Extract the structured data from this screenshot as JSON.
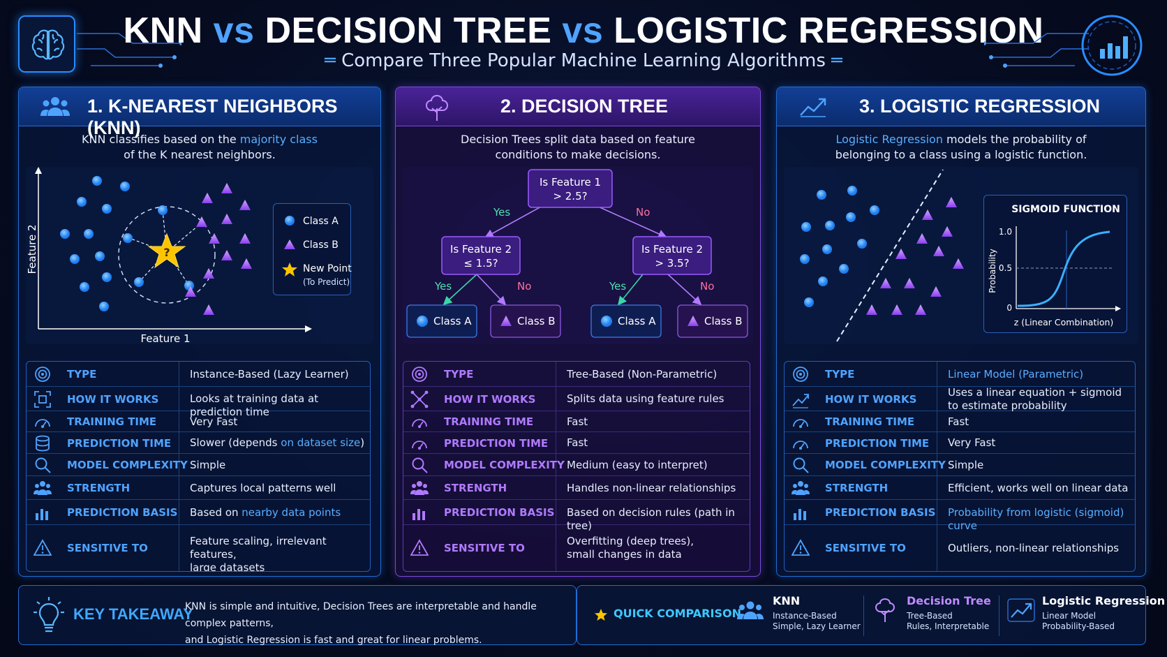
{
  "header": {
    "title_part1": "KNN",
    "title_vs1": "vs",
    "title_part2": "DECISION TREE",
    "title_vs2": "vs",
    "title_part3": "LOGISTIC REGRESSION",
    "subtitle": "Compare Three Popular Machine Learning Algorithms",
    "left_icon": "brain-icon",
    "right_icon": "bar-chart-icon"
  },
  "colors": {
    "accent_blue": "#4fa3ff",
    "accent_purple": "#9b5cff",
    "star": "#ffc400"
  },
  "panels": [
    {
      "title": "1. K-NEAREST NEIGHBORS (KNN)",
      "icon": "users-icon",
      "desc_line1_pre": "KNN classifies based on the ",
      "desc_line1_hl": "majority class",
      "desc_line2": "of the K nearest neighbors.",
      "chart": {
        "xlabel": "Feature 1",
        "ylabel": "Feature 2",
        "question_mark": "?",
        "legend": [
          {
            "label": "Class A"
          },
          {
            "label": "Class B"
          },
          {
            "label": "New Point",
            "sub": "(To Predict)"
          }
        ]
      },
      "rows": [
        {
          "icon": "target-icon",
          "label": "TYPE",
          "value": "Instance-Based (Lazy Learner)"
        },
        {
          "icon": "grid-scan-icon",
          "label": "HOW IT WORKS",
          "value": "Looks at training data at prediction time"
        },
        {
          "icon": "speedometer-icon",
          "label": "TRAINING TIME",
          "value": "Very Fast"
        },
        {
          "icon": "database-icon",
          "label": "PREDICTION TIME",
          "value_pre": "Slower (depends ",
          "value_hl": "on dataset size",
          "value_post": ")"
        },
        {
          "icon": "magnifier-icon",
          "label": "MODEL COMPLEXITY",
          "value": "Simple"
        },
        {
          "icon": "people-icon",
          "label": "STRENGTH",
          "value": "Captures local patterns well"
        },
        {
          "icon": "bar-chart-icon",
          "label": "PREDICTION BASIS",
          "value_pre": "Based on ",
          "value_hl": "nearby data points",
          "value_post": ""
        },
        {
          "icon": "warning-icon",
          "label": "SENSITIVE TO",
          "value_line1": "Feature scaling, irrelevant features,",
          "value_line2": "large datasets"
        }
      ]
    },
    {
      "title": "2. DECISION TREE",
      "icon": "tree-icon",
      "desc_line1": "Decision Trees split data based on feature",
      "desc_line2": "conditions to make decisions.",
      "tree": {
        "root_l1": "Is Feature 1",
        "root_l2": "> 2.5?",
        "left_l1": "Is Feature 2",
        "left_l2": "≤ 1.5?",
        "right_l1": "Is Feature 2",
        "right_l2": "> 3.5?",
        "yes": "Yes",
        "no": "No",
        "leaf_a": "Class A",
        "leaf_b": "Class B"
      },
      "rows": [
        {
          "icon": "target-icon",
          "label": "TYPE",
          "value": "Tree-Based (Non-Parametric)"
        },
        {
          "icon": "split-arrows-icon",
          "label": "HOW IT WORKS",
          "value": "Splits data using feature rules"
        },
        {
          "icon": "speedometer-icon",
          "label": "TRAINING TIME",
          "value": "Fast"
        },
        {
          "icon": "speedometer-icon",
          "label": "PREDICTION TIME",
          "value": "Fast"
        },
        {
          "icon": "magnifier-icon",
          "label": "MODEL COMPLEXITY",
          "value": "Medium (easy to interpret)"
        },
        {
          "icon": "people-icon",
          "label": "STRENGTH",
          "value": "Handles non-linear relationships"
        },
        {
          "icon": "bar-chart-icon",
          "label": "PREDICTION BASIS",
          "value": "Based on decision rules (path in tree)"
        },
        {
          "icon": "warning-icon",
          "label": "SENSITIVE TO",
          "value_line1": "Overfitting (deep trees),",
          "value_line2": "small changes in data"
        }
      ]
    },
    {
      "title": "3. LOGISTIC REGRESSION",
      "icon": "trend-line-icon",
      "desc_line1_hl": "Logistic Regression",
      "desc_line1_post": " models the probability of",
      "desc_line2": "belonging to a class using a logistic function.",
      "sigmoid": {
        "title": "SIGMOID FUNCTION",
        "ylabel": "Probability",
        "xlabel": "z (Linear Combination)",
        "ticks": [
          "1.0",
          "0.5",
          "0"
        ]
      },
      "rows": [
        {
          "icon": "target-icon",
          "label": "TYPE",
          "value": "Linear Model (Parametric)",
          "value_color": "#5aaeff"
        },
        {
          "icon": "trend-line-icon",
          "label": "HOW IT WORKS",
          "value_line1": "Uses a linear equation + sigmoid",
          "value_line2": "to estimate probability"
        },
        {
          "icon": "speedometer-icon",
          "label": "TRAINING TIME",
          "value": "Fast"
        },
        {
          "icon": "speedometer-icon",
          "label": "PREDICTION TIME",
          "value": "Very Fast"
        },
        {
          "icon": "magnifier-icon",
          "label": "MODEL COMPLEXITY",
          "value": "Simple"
        },
        {
          "icon": "people-icon",
          "label": "STRENGTH",
          "value": "Efficient, works well on linear data"
        },
        {
          "icon": "bar-chart-icon",
          "label": "PREDICTION BASIS",
          "value": "Probability from logistic (sigmoid) curve",
          "value_color": "#5aaeff"
        },
        {
          "icon": "warning-icon",
          "label": "SENSITIVE TO",
          "value": "Outliers, non-linear relationships"
        }
      ]
    }
  ],
  "takeaway": {
    "icon": "lightbulb-icon",
    "title": "KEY TAKEAWAY",
    "line1": "KNN is simple and intuitive, Decision Trees are interpretable and handle complex patterns,",
    "line2": "and Logistic Regression is fast and great for linear problems."
  },
  "quick": {
    "icon": "star-icon",
    "title": "QUICK COMPARISON",
    "items": [
      {
        "icon": "users-icon",
        "name": "KNN",
        "sub1": "Instance-Based",
        "sub2": "Simple, Lazy Learner"
      },
      {
        "icon": "tree-icon",
        "name": "Decision Tree",
        "sub1": "Tree-Based",
        "sub2": "Rules, Interpretable"
      },
      {
        "icon": "trend-line-icon",
        "name": "Logistic Regression",
        "sub1": "Linear Model",
        "sub2": "Probability-Based"
      }
    ]
  }
}
